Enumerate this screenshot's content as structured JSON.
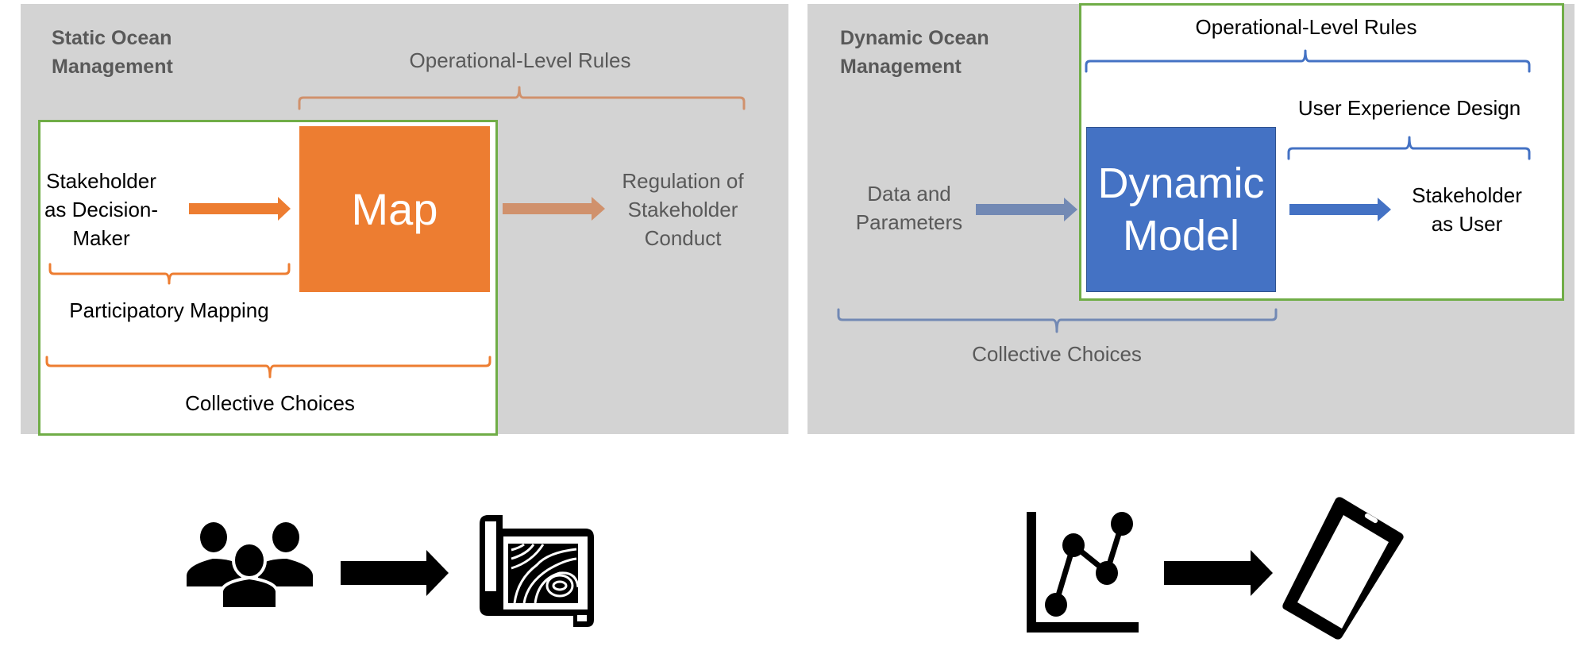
{
  "colors": {
    "panel_bg": "#d3d3d3",
    "green_outline": "#70ad47",
    "map_orange": "#ed7d31",
    "tan_brace": "#d0916c",
    "model_blue": "#4472c4",
    "slate_blue": "#7289b4",
    "gray_text": "#595959"
  },
  "static_panel": {
    "title": "Static Ocean Management",
    "title_line1": "Static Ocean",
    "title_line2": "Management",
    "operational_rules_label": "Operational-Level Rules",
    "stakeholder_label_line1": "Stakeholder",
    "stakeholder_label_line2": "as Decision-",
    "stakeholder_label_line3": "Maker",
    "map_box_label": "Map",
    "regulation_label_line1": "Regulation of",
    "regulation_label_line2": "Stakeholder",
    "regulation_label_line3": "Conduct",
    "participatory_mapping_label": "Participatory Mapping",
    "collective_choices_label": "Collective Choices"
  },
  "dynamic_panel": {
    "title": "Dynamic Ocean Management",
    "title_line1": "Dynamic Ocean",
    "title_line2": "Management",
    "operational_rules_label": "Operational-Level Rules",
    "ux_design_label": "User Experience Design",
    "data_label_line1": "Data and",
    "data_label_line2": "Parameters",
    "model_box_line1": "Dynamic",
    "model_box_line2": "Model",
    "stakeholder_user_line1": "Stakeholder",
    "stakeholder_user_line2": "as User",
    "collective_choices_label": "Collective Choices"
  },
  "icons": {
    "static_flow": [
      "people-group-icon",
      "arrow-right-icon",
      "map-scroll-icon"
    ],
    "dynamic_flow": [
      "line-chart-icon",
      "arrow-right-icon",
      "smartphone-icon"
    ]
  }
}
